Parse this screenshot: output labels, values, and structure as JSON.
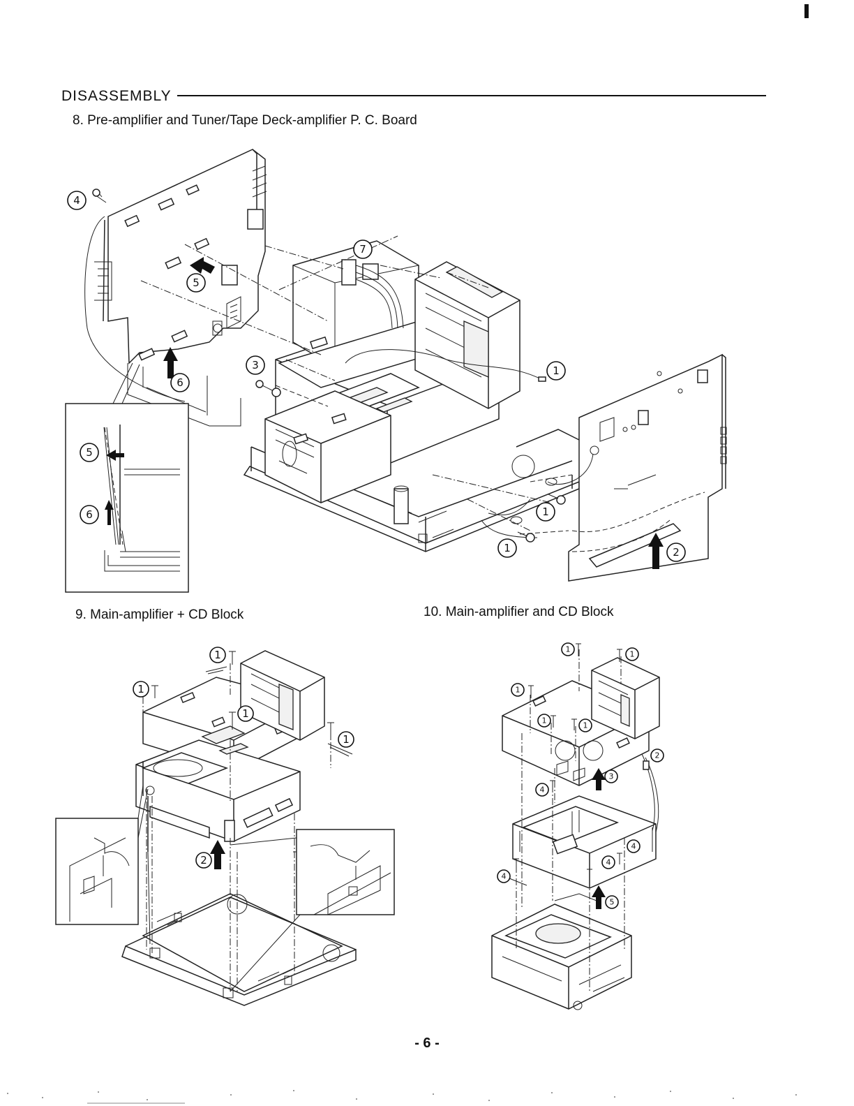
{
  "section": {
    "title": "DISASSEMBLY"
  },
  "figures": {
    "fig8": {
      "caption": "8. Pre-amplifier and Tuner/Tape Deck-amplifier P. C. Board"
    },
    "fig9": {
      "caption": "9. Main-amplifier + CD Block"
    },
    "fig10": {
      "caption": "10. Main-amplifier and CD Block"
    }
  },
  "callouts": {
    "c1": "1",
    "c2": "2",
    "c3": "3",
    "c4": "4",
    "c5": "5",
    "c6": "6",
    "c7": "7"
  },
  "page": {
    "number": "- 6 -"
  }
}
